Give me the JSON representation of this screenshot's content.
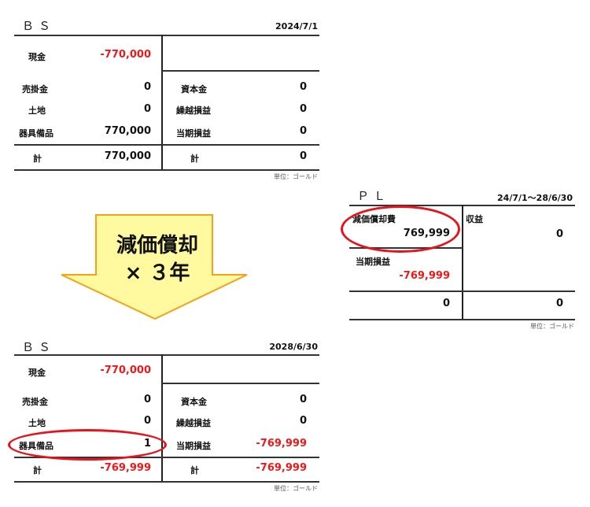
{
  "unit_label": "単位：ゴールド",
  "colors": {
    "negative": "#f01818",
    "highlight_ellipse": "#e8121b",
    "arrow_fill": "#fff9a0",
    "arrow_border": "#f7a11a"
  },
  "bs_start": {
    "title": "ＢＳ",
    "date": "2024/7/1",
    "assets": [
      {
        "label": "現金",
        "value": "-770,000",
        "negative": true
      },
      {
        "label": "売掛金",
        "value": "0"
      },
      {
        "label": "土地",
        "value": "0"
      },
      {
        "label": "器具備品",
        "value": "770,000"
      }
    ],
    "liabilities": [
      {
        "label": "資本金",
        "value": "0"
      },
      {
        "label": "繰越損益",
        "value": "0"
      },
      {
        "label": "当期損益",
        "value": "0"
      }
    ],
    "total_assets": {
      "label": "計",
      "value": "770,000"
    },
    "total_liabilities": {
      "label": "計",
      "value": "0"
    }
  },
  "arrow": {
    "line1": "減価償却",
    "line2": "× ３年"
  },
  "pl": {
    "title": "ＰＬ",
    "period": "24/7/1～28/6/30",
    "expense": {
      "label": "減価償却費",
      "value": "769,999"
    },
    "net_income": {
      "label": "当期損益",
      "value": "-769,999"
    },
    "revenue": {
      "label": "収益",
      "value": "0"
    },
    "total_left": "0",
    "total_right": "0"
  },
  "bs_end": {
    "title": "ＢＳ",
    "date": "2028/6/30",
    "assets": [
      {
        "label": "現金",
        "value": "-770,000",
        "negative": true
      },
      {
        "label": "売掛金",
        "value": "0"
      },
      {
        "label": "土地",
        "value": "0"
      },
      {
        "label": "器具備品",
        "value": "1"
      }
    ],
    "liabilities": [
      {
        "label": "資本金",
        "value": "0"
      },
      {
        "label": "繰越損益",
        "value": "0"
      },
      {
        "label": "当期損益",
        "value": "-769,999",
        "negative": true
      }
    ],
    "total_assets": {
      "label": "計",
      "value": "-769,999",
      "negative": true
    },
    "total_liabilities": {
      "label": "計",
      "value": "-769,999",
      "negative": true
    }
  }
}
